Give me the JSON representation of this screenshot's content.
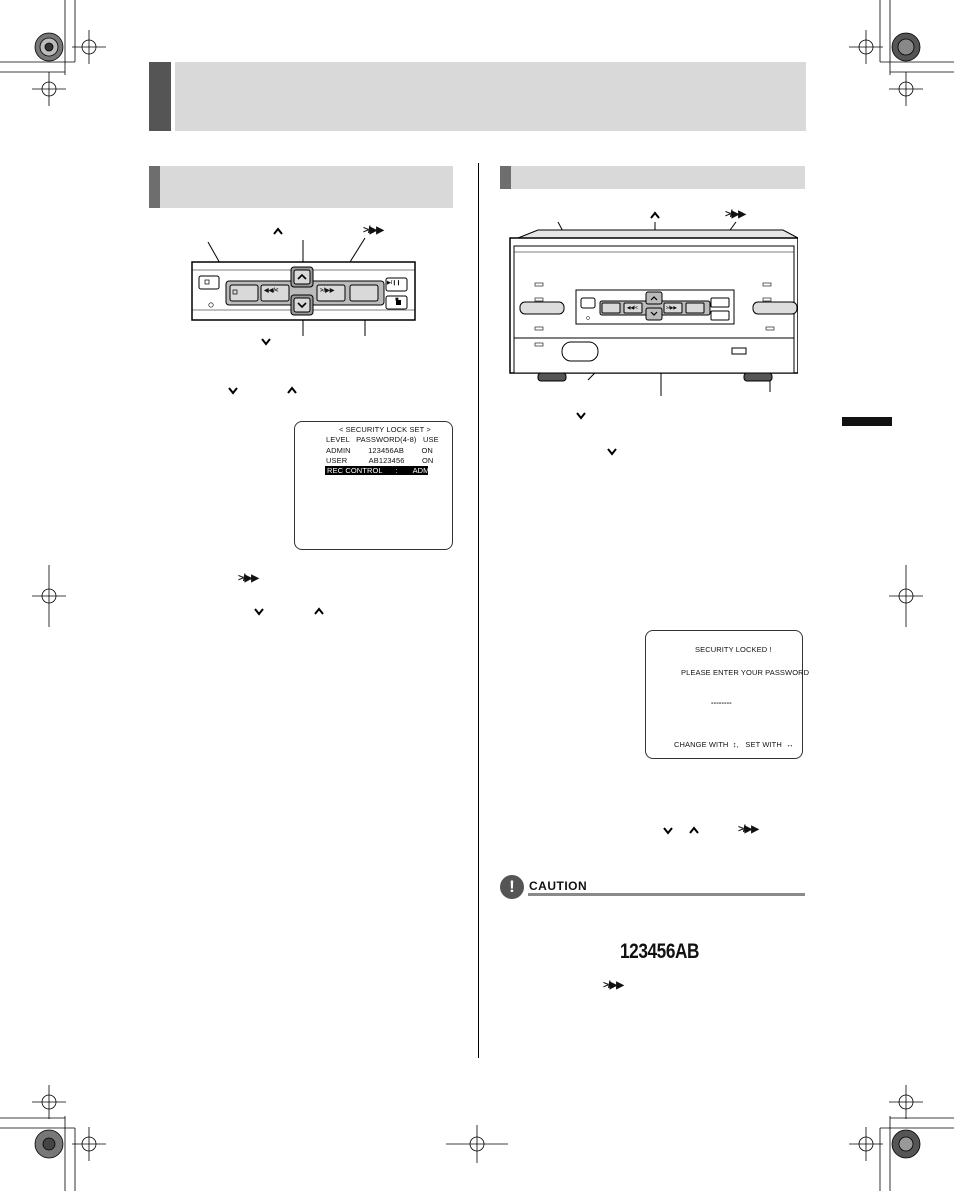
{
  "labels": {
    "up": "^",
    "down": "v",
    "ff": ">/▶▶"
  },
  "lcd_security_set": {
    "title": "< SECURITY LOCK SET >",
    "header": "LEVEL   PASSWORD(4-8)   USE",
    "row_admin": "ADMIN        123456AB        ON",
    "row_user": "USER          AB123456        ON",
    "row_rec": "REC CONTROL      :       ADMIN"
  },
  "lcd_locked": {
    "line1": "SECURITY LOCKED !",
    "line2": "PLEASE ENTER YOUR PASSWORD",
    "line3": "--------",
    "line4": "CHANGE WITH  ↕,   SET WITH  ↔"
  },
  "caution": {
    "badge": "!",
    "label": "CAUTION",
    "password_sample": "123456AB"
  },
  "remote_panel": {
    "btn_rew": "◀◀/<",
    "btn_ff": ">/▶▶",
    "btn_play": "▶/❙❙",
    "btn_stop": "■"
  },
  "front_panel": {
    "btn_rew": "◀◀/<",
    "btn_ff": ">/▶▶"
  }
}
